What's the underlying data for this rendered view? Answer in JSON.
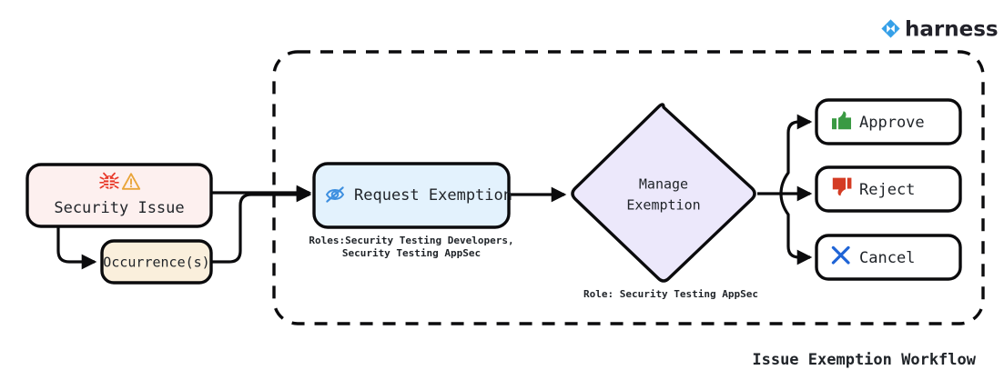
{
  "figure": {
    "title": "Issue Exemption Workflow",
    "brand": "harness",
    "brand_icon": "harness-logo-icon",
    "brand_color": "#36a0e8"
  },
  "colors": {
    "stroke": "#0b0b0d",
    "security_issue_fill": "#fdf0ef",
    "occurrence_fill": "#faefdc",
    "request_exemption_fill": "#e3f2fd",
    "manage_exemption_fill": "#ece8fb",
    "outcome_fill": "#ffffff",
    "approve_icon": "#3a9a43",
    "reject_icon": "#d43c24",
    "cancel_icon": "#1f64d6",
    "bug_icon": "#e8392a",
    "warning_icon": "#e9a53a",
    "eye_icon": "#3d8fe0"
  },
  "nodes": {
    "security_issue": {
      "label": "Security Issue",
      "icons": [
        "bug-icon",
        "warning-icon"
      ]
    },
    "occurrences": {
      "label": "Occurrence(s)"
    },
    "request_exemption": {
      "label": "Request Exemption",
      "icon": "eye-off-icon",
      "caption_line1": "Roles:Security Testing Developers,",
      "caption_line2": "Security Testing AppSec"
    },
    "manage_exemption": {
      "label_line1": "Manage",
      "label_line2": "Exemption",
      "caption": "Role: Security Testing AppSec"
    },
    "approve": {
      "label": "Approve",
      "icon": "thumbs-up-icon"
    },
    "reject": {
      "label": "Reject",
      "icon": "thumbs-down-icon"
    },
    "cancel": {
      "label": "Cancel",
      "icon": "close-x-icon"
    }
  },
  "chart_data": {
    "type": "diagram",
    "title": "Issue Exemption Workflow",
    "diagram_kind": "flowchart",
    "nodes": [
      {
        "id": "security_issue",
        "label": "Security Issue",
        "shape": "rounded-rect",
        "fill": "#fdf0ef",
        "inside_boundary": false
      },
      {
        "id": "occurrences",
        "label": "Occurrence(s)",
        "shape": "rounded-rect",
        "fill": "#faefdc",
        "inside_boundary": false
      },
      {
        "id": "request_exemption",
        "label": "Request Exemption",
        "shape": "rounded-rect",
        "fill": "#e3f2fd",
        "inside_boundary": true
      },
      {
        "id": "manage_exemption",
        "label": "Manage Exemption",
        "shape": "diamond",
        "fill": "#ece8fb",
        "inside_boundary": true
      },
      {
        "id": "approve",
        "label": "Approve",
        "shape": "rounded-rect",
        "fill": "#ffffff",
        "inside_boundary": true
      },
      {
        "id": "reject",
        "label": "Reject",
        "shape": "rounded-rect",
        "fill": "#ffffff",
        "inside_boundary": true
      },
      {
        "id": "cancel",
        "label": "Cancel",
        "shape": "rounded-rect",
        "fill": "#ffffff",
        "inside_boundary": true
      }
    ],
    "edges": [
      {
        "from": "security_issue",
        "to": "request_exemption"
      },
      {
        "from": "security_issue",
        "to": "occurrences"
      },
      {
        "from": "occurrences",
        "to": "request_exemption"
      },
      {
        "from": "request_exemption",
        "to": "manage_exemption"
      },
      {
        "from": "manage_exemption",
        "to": "approve"
      },
      {
        "from": "manage_exemption",
        "to": "reject"
      },
      {
        "from": "manage_exemption",
        "to": "cancel"
      }
    ],
    "annotations": [
      {
        "target": "request_exemption",
        "text": "Roles:Security Testing Developers, Security Testing AppSec"
      },
      {
        "target": "manage_exemption",
        "text": "Role: Security Testing AppSec"
      }
    ],
    "boundary": {
      "style": "dashed",
      "label": ""
    }
  }
}
